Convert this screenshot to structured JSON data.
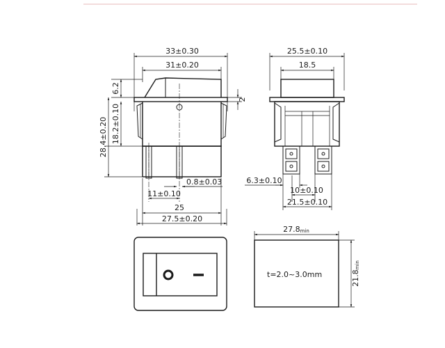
{
  "front_view": {
    "dim_top_outer": "33±0.30",
    "dim_top_inner": "31±0.20",
    "dim_left_62": "6.2",
    "dim_left_182": "18.2±0.10",
    "dim_left_284": "28.4±0.20",
    "dim_right_2": "2",
    "dim_terminal_thickness": "0.8±0.03",
    "dim_11": "11±0.10",
    "dim_25": "25",
    "dim_275": "27.5±0.20"
  },
  "side_view": {
    "dim_255": "25.5±0.10",
    "dim_185": "18.5",
    "dim_63": "6.3±0.10",
    "dim_10": "10±0.10",
    "dim_215": "21.5±0.10"
  },
  "top_view": {
    "off_symbol": "o",
    "on_symbol": "—"
  },
  "cutout_view": {
    "width_label": "27.8",
    "width_sub": "min",
    "height_label": "21.8",
    "height_sub": "min",
    "thickness": "t=2.0~3.0mm"
  }
}
